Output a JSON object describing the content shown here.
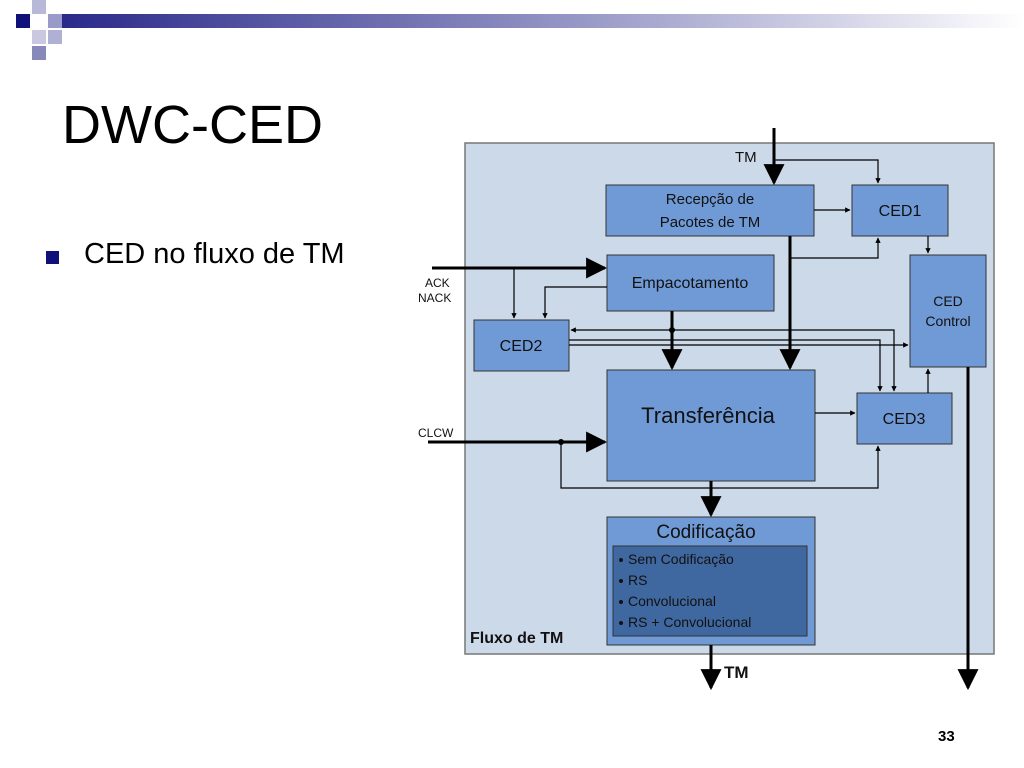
{
  "slide": {
    "title": "DWC-CED",
    "bullet": "CED no fluxo de TM",
    "page_number": "33"
  },
  "diagram": {
    "container_label": "Fluxo de TM",
    "signals": {
      "tm_in": "TM",
      "ack": "ACK",
      "nack": "NACK",
      "clcw": "CLCW",
      "tm_out": "TM"
    },
    "blocks": {
      "recepcao": [
        "Recepção de",
        "Pacotes de TM"
      ],
      "ced1": "CED1",
      "empacotamento": "Empacotamento",
      "ced2": "CED2",
      "ced_control": [
        "CED",
        "Control"
      ],
      "transferencia": "Transferência",
      "ced3": "CED3",
      "codificacao": {
        "title": "Codificação",
        "items": [
          "Sem Codificação",
          "RS",
          "Convolucional",
          "RS + Convolucional"
        ]
      }
    }
  }
}
